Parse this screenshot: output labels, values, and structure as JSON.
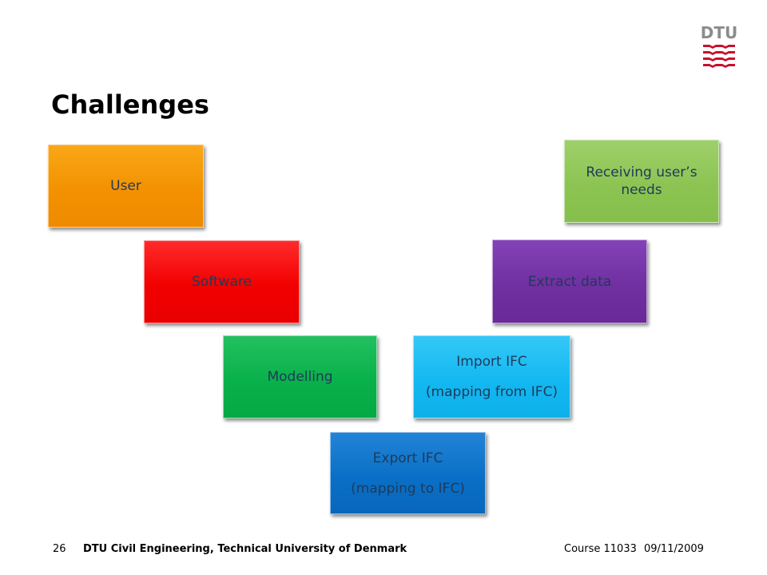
{
  "slide": {
    "title": "Challenges",
    "logo_text": "DTU"
  },
  "diagram": {
    "boxes": [
      {
        "id": "user",
        "lines": [
          "User"
        ],
        "color": "#f39200"
      },
      {
        "id": "software",
        "lines": [
          "Software"
        ],
        "color": "#f20000"
      },
      {
        "id": "modelling",
        "lines": [
          "Modelling"
        ],
        "color": "#09b14a"
      },
      {
        "id": "export",
        "lines": [
          "Export IFC",
          "(mapping to IFC)"
        ],
        "color": "#0a6fc6"
      },
      {
        "id": "import",
        "lines": [
          "Import IFC",
          "(mapping from IFC)"
        ],
        "color": "#13b8f1"
      },
      {
        "id": "extract",
        "lines": [
          "Extract data"
        ],
        "color": "#7030a0"
      },
      {
        "id": "receiving",
        "lines": [
          "Receiving user’s needs"
        ],
        "color": "#8cc453"
      }
    ]
  },
  "footer": {
    "page_number": "26",
    "institution": "DTU Civil Engineering, Technical University of Denmark",
    "course": "Course 11033",
    "date": "09/11/2009"
  },
  "colors": {
    "logo_gray": "#8c8c8c",
    "logo_red": "#c8102e"
  }
}
